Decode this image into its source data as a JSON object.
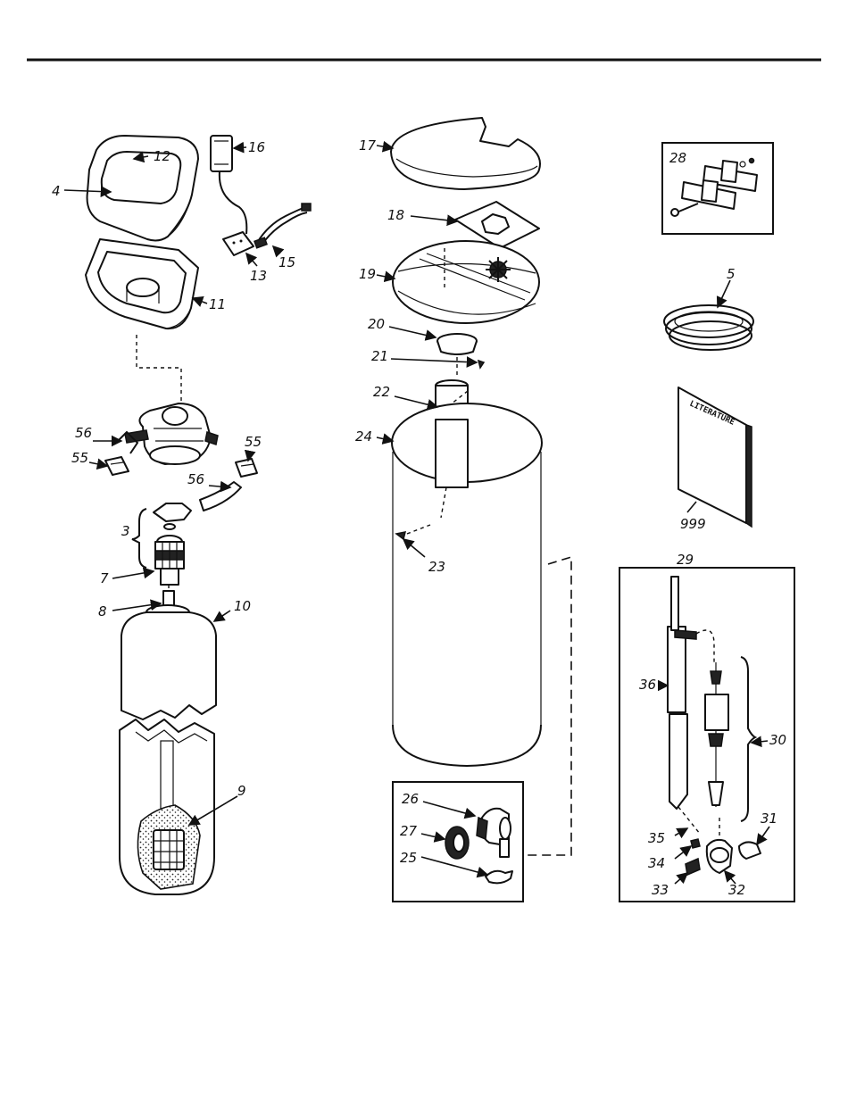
{
  "diagram": {
    "literature_text": "LITERATURE",
    "labels": {
      "p3": "3",
      "p4": "4",
      "p5": "5",
      "p7": "7",
      "p8": "8",
      "p9": "9",
      "p10": "10",
      "p11": "11",
      "p12": "12",
      "p13": "13",
      "p15": "15",
      "p16": "16",
      "p17": "17",
      "p18": "18",
      "p19": "19",
      "p20": "20",
      "p21": "21",
      "p22": "22",
      "p23": "23",
      "p24": "24",
      "p25": "25",
      "p26": "26",
      "p27": "27",
      "p28": "28",
      "p29": "29",
      "p30": "30",
      "p31": "31",
      "p32": "32",
      "p33": "33",
      "p34": "34",
      "p35": "35",
      "p36": "36",
      "p55a": "55",
      "p55b": "55",
      "p56a": "56",
      "p56b": "56",
      "p999": "999"
    }
  }
}
